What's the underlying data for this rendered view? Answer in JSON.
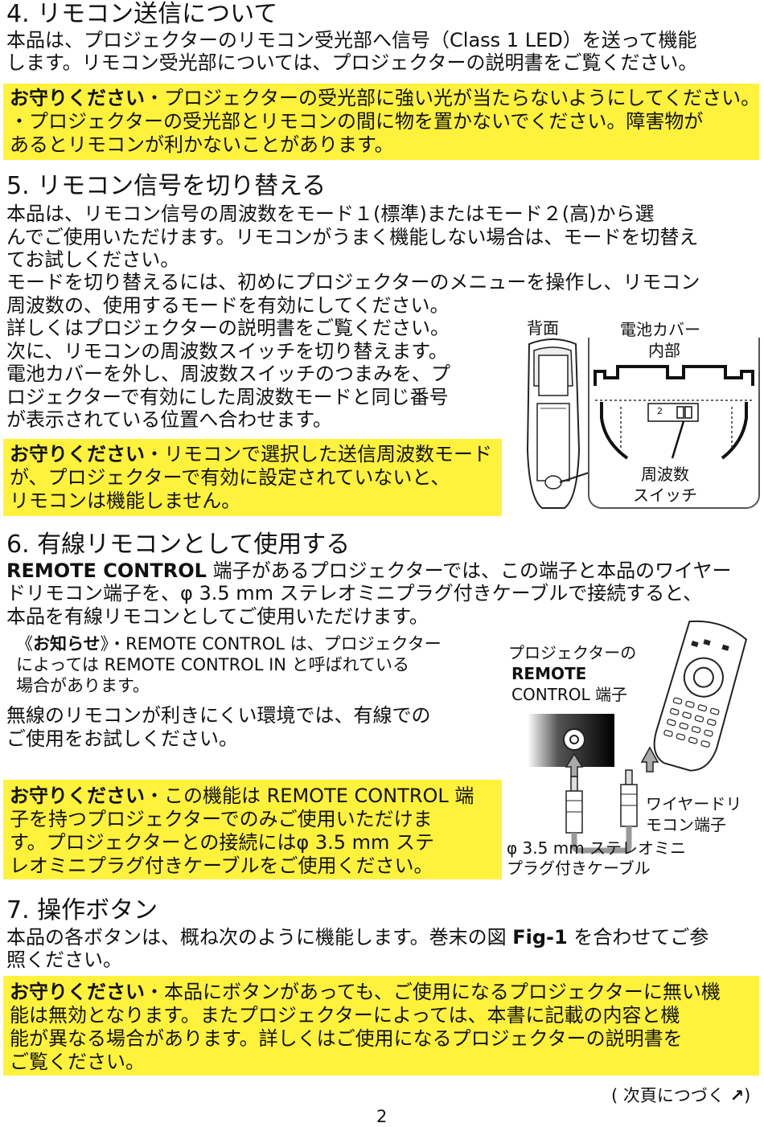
{
  "sections": {
    "s4": {
      "title": "4. リモコン送信について",
      "body": [
        "本品は、プロジェクターのリモコン受光部へ信号（Class 1 LED）を送って機能",
        "します。リモコン受光部については、プロジェクターの説明書をご覧ください。"
      ],
      "caution_tag": "お守りください",
      "caution": [
        "・プロジェクターの受光部に強い光が当たらないようにしてください。",
        "・プロジェクターの受光部とリモコンの間に物を置かないでください。障害物が",
        "あるとリモコンが利かないことがあります。"
      ]
    },
    "s5": {
      "title": "5. リモコン信号を切り替える",
      "body": [
        "本品は、リモコン信号の周波数をモード１(標準)またはモード２(高)から選",
        "んでご使用いただけます。リモコンがうまく機能しない場合は、モードを切替え",
        "てお試しください。",
        "モードを切り替えるには、初めにプロジェクターのメニューを操作し、リモコン",
        "周波数の、使用するモードを有効にしてください。",
        "詳しくはプロジェクターの説明書をご覧ください。",
        "次に、リモコンの周波数スイッチを切り替えます。",
        "電池カバーを外し、周波数スイッチのつまみを、プ",
        "ロジェクターで有効にした周波数モードと同じ番号",
        "が表示されている位置へ合わせます。"
      ],
      "caution_tag": "お守りください",
      "caution": [
        "・リモコンで選択した送信周波数モード",
        "が、プロジェクターで有効に設定されていないと、",
        "リモコンは機能しません。"
      ],
      "figure": {
        "back_label": "背面",
        "cover_label": [
          "電池カバー",
          "内部"
        ],
        "switch_label": [
          "周波数",
          "スイッチ"
        ],
        "switch_number": "2"
      }
    },
    "s6": {
      "title": "6. 有線リモコンとして使用する",
      "body_bold1": "REMOTE CONTROL",
      "body_line1": " 端子があるプロジェクターでは、この端子と本品のワイヤー",
      "body_line2": "ドリモコン端子を、φ 3.5 mm ステレオミニプラグ付きケーブルで接続すると、",
      "body_line3": "本品を有線リモコンとしてご使用いただけます。",
      "note_open": "《",
      "note_tag": "お知らせ",
      "note_close": "》",
      "note_line1a": "・REMOTE CONTROL",
      "note_line1b": " は、プロジェクター",
      "note_line2a": "によっては ",
      "note_line2b": "REMOTE CONTROL IN",
      "note_line2c": " と呼ばれている",
      "note_line3": "場合があります。",
      "body2": [
        "無線のリモコンが利きにくい環境では、有線での",
        "ご使用をお試しください。"
      ],
      "caution_tag": "お守りください",
      "caution": [
        "・この機能は REMOTE CONTROL 端",
        "子を持つプロジェクターでのみご使用いただけま",
        "す。プロジェクターとの接続にはφ 3.5 mm ステ",
        "レオミニプラグ付きケーブルをご使用ください。"
      ],
      "figure": {
        "projector_label": [
          "プロジェクターの",
          "REMOTE",
          "CONTROL 端子"
        ],
        "wired_label": [
          "ワイヤードリ",
          "モコン端子"
        ],
        "cable_label": [
          "φ 3.5 mm ステレオミニ",
          "プラグ付きケーブル"
        ]
      }
    },
    "s7": {
      "title": "7. 操作ボタン",
      "body_a": "本品の各ボタンは、概ね次のように機能します。巻末の図 ",
      "body_bold": "Fig-1",
      "body_b": " を合わせてご参",
      "body_line2": "照ください。",
      "caution_tag": "お守りください",
      "caution": [
        "・本品にボタンがあっても、ご使用になるプロジェクターに無い機",
        "能は無効となります。またプロジェクターによっては、本書に記載の内容と機",
        "能が異なる場合があります。詳しくはご使用になるプロジェクターの説明書を",
        "ご覧ください。"
      ]
    }
  },
  "footer": {
    "continued": "( 次頁につづく",
    "continued_icon": "arrow-up-right",
    "continued_close": ")",
    "page_number": "2"
  },
  "colors": {
    "highlight": "#fff23c",
    "text": "#111111"
  }
}
